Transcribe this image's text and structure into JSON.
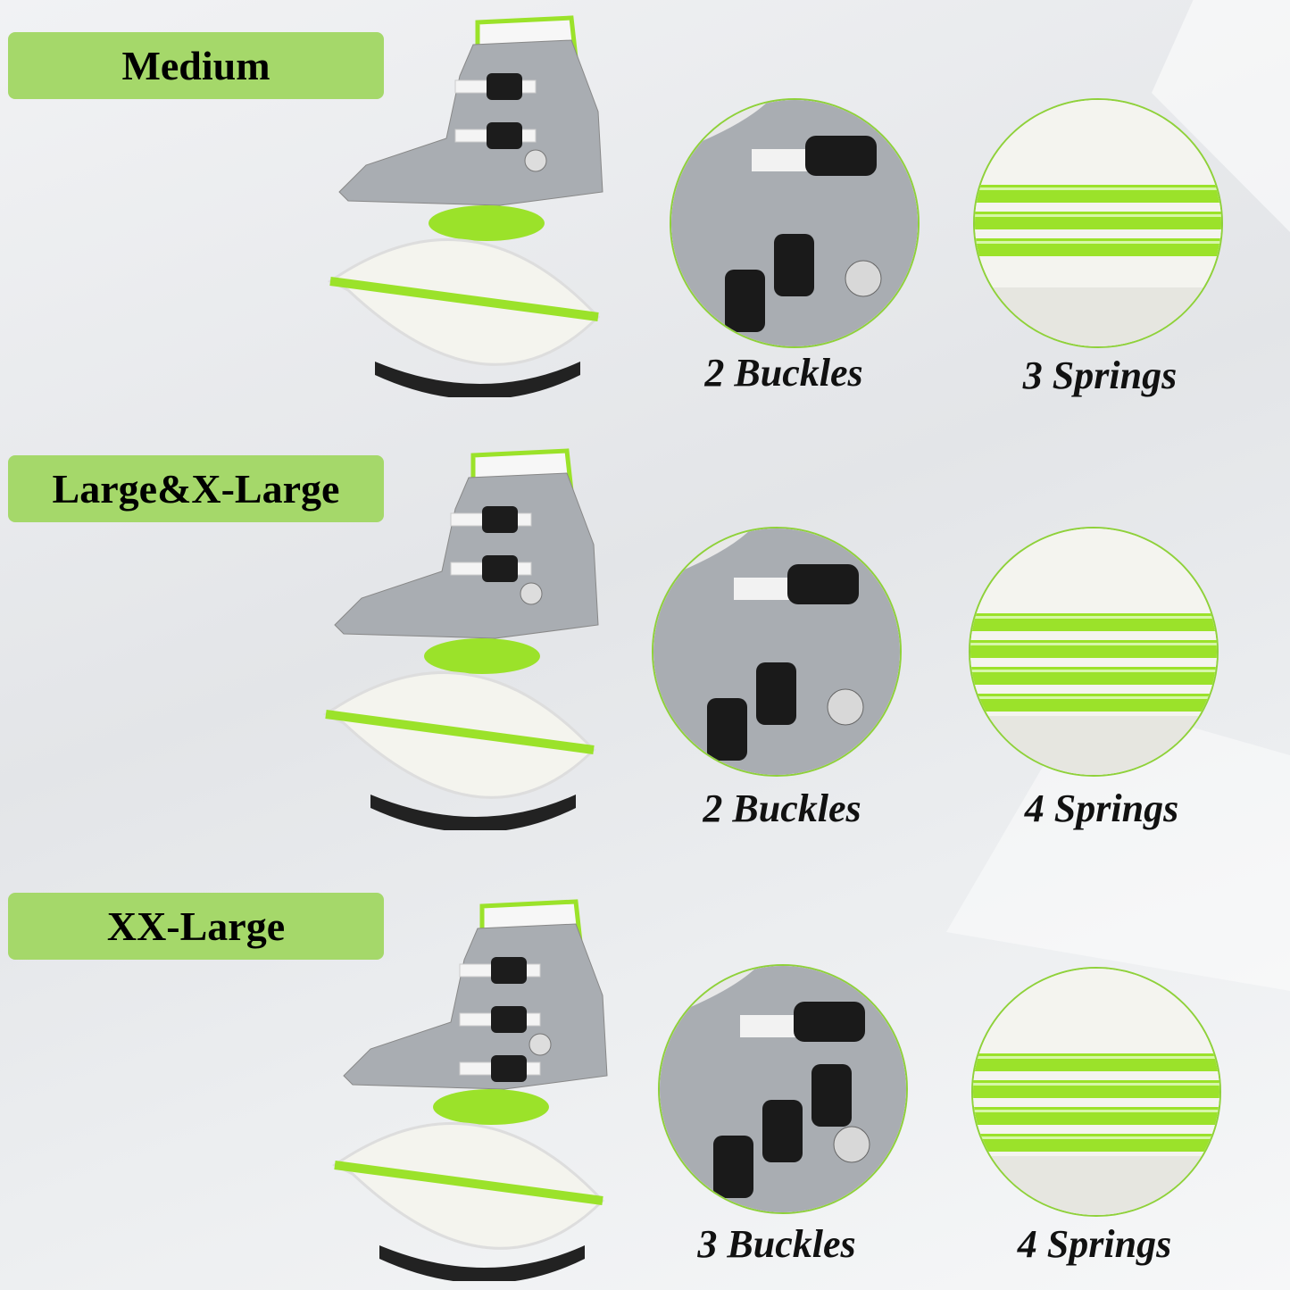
{
  "colors": {
    "label_bg": "#a5d86a",
    "spring_green": "#9be22a",
    "shell_gray": "#a9adb2"
  },
  "rows": [
    {
      "size": "Medium",
      "buckles": "2 Buckles",
      "springs": "3 Springs",
      "spring_count": 3,
      "buckle_count": 2
    },
    {
      "size": "Large&X-Large",
      "buckles": "2 Buckles",
      "springs": "4 Springs",
      "spring_count": 4,
      "buckle_count": 2
    },
    {
      "size": "XX-Large",
      "buckles": "3 Buckles",
      "springs": "4 Springs",
      "spring_count": 4,
      "buckle_count": 3
    }
  ]
}
